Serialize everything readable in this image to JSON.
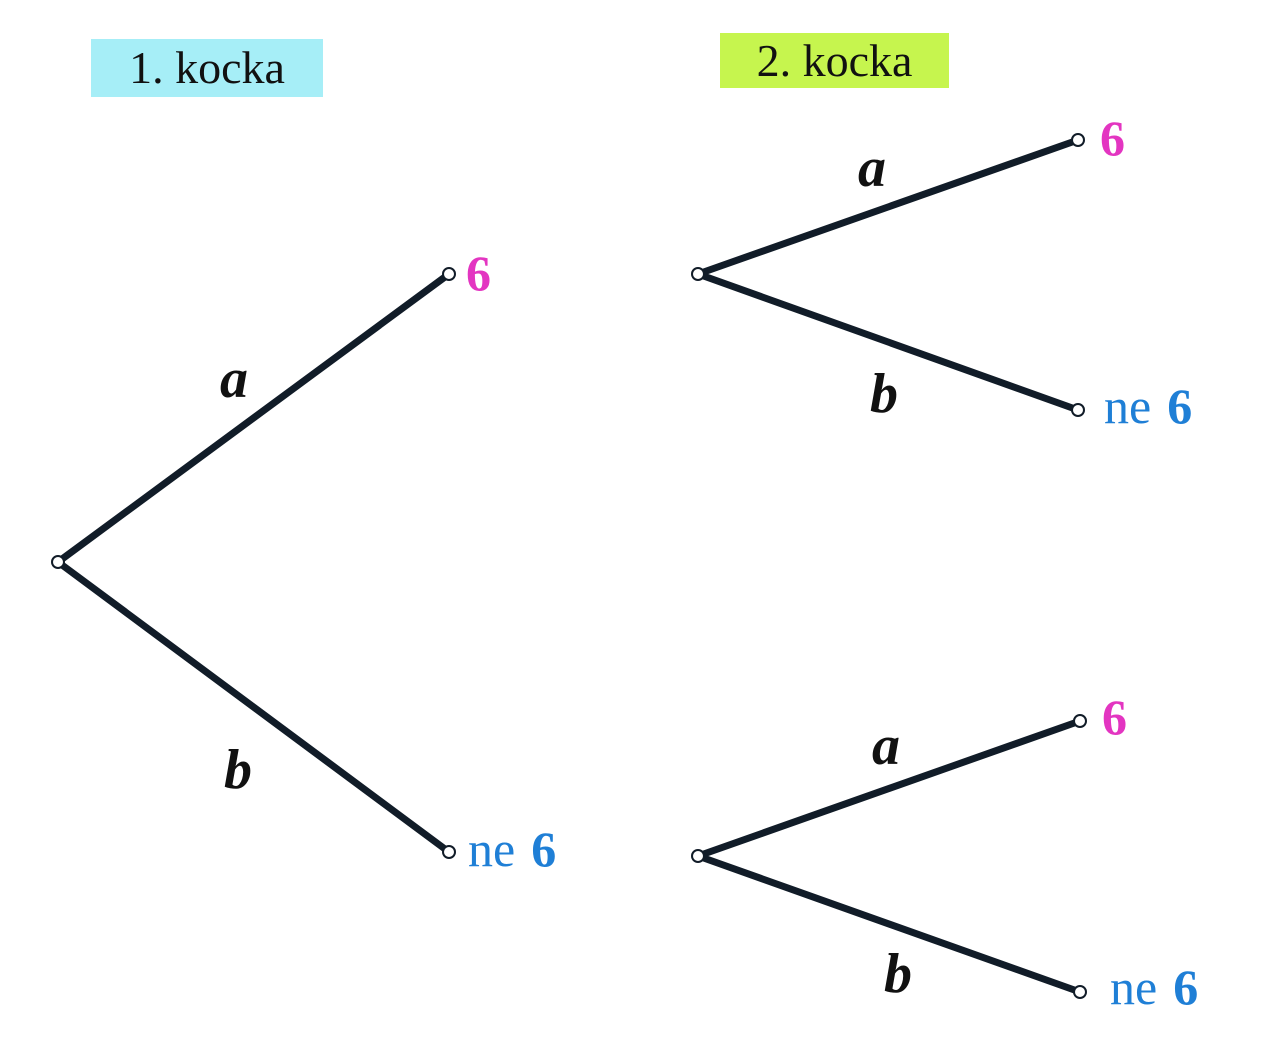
{
  "headers": {
    "first": {
      "label": "1. kocka",
      "background": "#a6eef7"
    },
    "second": {
      "label": "2. kocka",
      "background": "#c6f54e"
    }
  },
  "colors": {
    "line": "#111c28",
    "six": "#e335c1",
    "not_six": "#1f7fd6",
    "node_fill": "#ffffff"
  },
  "branch_labels": {
    "a": "a",
    "b": "b"
  },
  "outcomes": {
    "six": "6",
    "not_six_prefix": "ne",
    "not_six_number": "6"
  }
}
